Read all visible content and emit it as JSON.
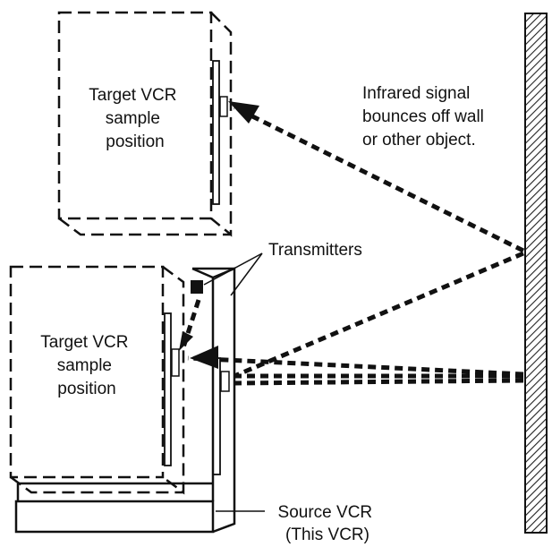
{
  "labels": {
    "target_top": [
      "Target VCR",
      "sample",
      "position"
    ],
    "target_bottom": [
      "Target VCR",
      "sample",
      "position"
    ],
    "infrared": [
      "Infrared signal",
      "bounces off wall",
      "or other object."
    ],
    "transmitters": "Transmitters",
    "source": [
      "Source VCR",
      "(This VCR)"
    ]
  },
  "colors": {
    "ink": "#111111",
    "background": "#ffffff",
    "hatch": "#222222"
  }
}
